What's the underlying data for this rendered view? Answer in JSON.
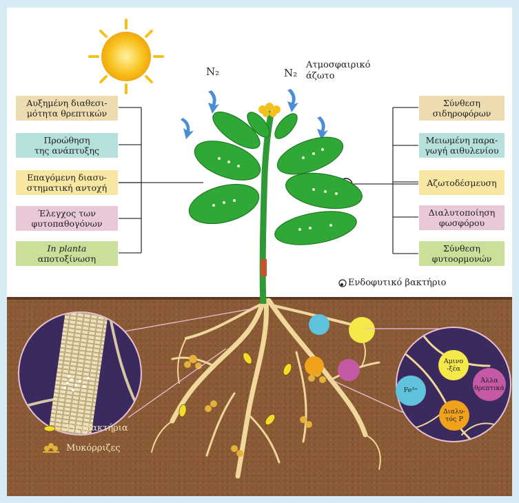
{
  "atmosphere": {
    "n2_label_1": "N₂",
    "n2_label_2": "N₂",
    "atmospheric_nitrogen": [
      "Ατμοσφαιρικό",
      "άζωτο"
    ]
  },
  "left_boxes": [
    {
      "lines": [
        "Αυξημένη διαθεσι-",
        "μότητα θρεπτικών"
      ],
      "color": "#eedcb1"
    },
    {
      "lines": [
        "Προώθηση",
        "της ανάπτυξης"
      ],
      "color": "#b6e0dc"
    },
    {
      "lines": [
        "Επαγόμενη διασυ-",
        "στηματική αντοχή"
      ],
      "color": "#f7e7a2"
    },
    {
      "lines": [
        "Έλεγχος των",
        "φυτοπαθογόνων"
      ],
      "color": "#e9c8d8"
    },
    {
      "lines": [
        "In planta",
        "αποτοξίνωση"
      ],
      "color": "#c9df9a"
    }
  ],
  "right_boxes": [
    {
      "lines": [
        "Σύνθεση",
        "σιδηροφόρων"
      ],
      "color": "#eedcb1"
    },
    {
      "lines": [
        "Μειωμένη παρα-",
        "γωγή αιθυλενίου"
      ],
      "color": "#b6e0dc"
    },
    {
      "lines": [
        "Αζωτοδέσμευση"
      ],
      "color": "#f7e7a2"
    },
    {
      "lines": [
        "Διαλυτοποίηση",
        "φωσφόρου"
      ],
      "color": "#e9c8d8"
    },
    {
      "lines": [
        "Σύνθεση",
        "φυτοορμονών"
      ],
      "color": "#c9df9a"
    }
  ],
  "endophyte_label": "Ενδοφυτικό βακτήριο",
  "nutrients": {
    "fe": "Fe³⁺",
    "amino": [
      "Αμινο",
      "-ξέα"
    ],
    "other": [
      "Άλλα",
      "θρεπτικά"
    ],
    "phosphorus": [
      "Διαλυ-",
      "τός P"
    ]
  },
  "legend": {
    "rhizobacteria": "Ριζοβακτήρια",
    "mycorrhizae": "Μυκόρριζες"
  },
  "colors": {
    "leaf": "#2fa836",
    "stem": "#2f9a35",
    "root": "#f0d79a",
    "soil": "#8a5a35",
    "zoom_circle": "#3b2a5e",
    "fe_bubble": "#5fc3dd",
    "amino_bubble": "#f4e84a",
    "other_bubble": "#c45aa6",
    "phosphorus_bubble": "#f0a21c",
    "sun": "#f7c01a"
  }
}
